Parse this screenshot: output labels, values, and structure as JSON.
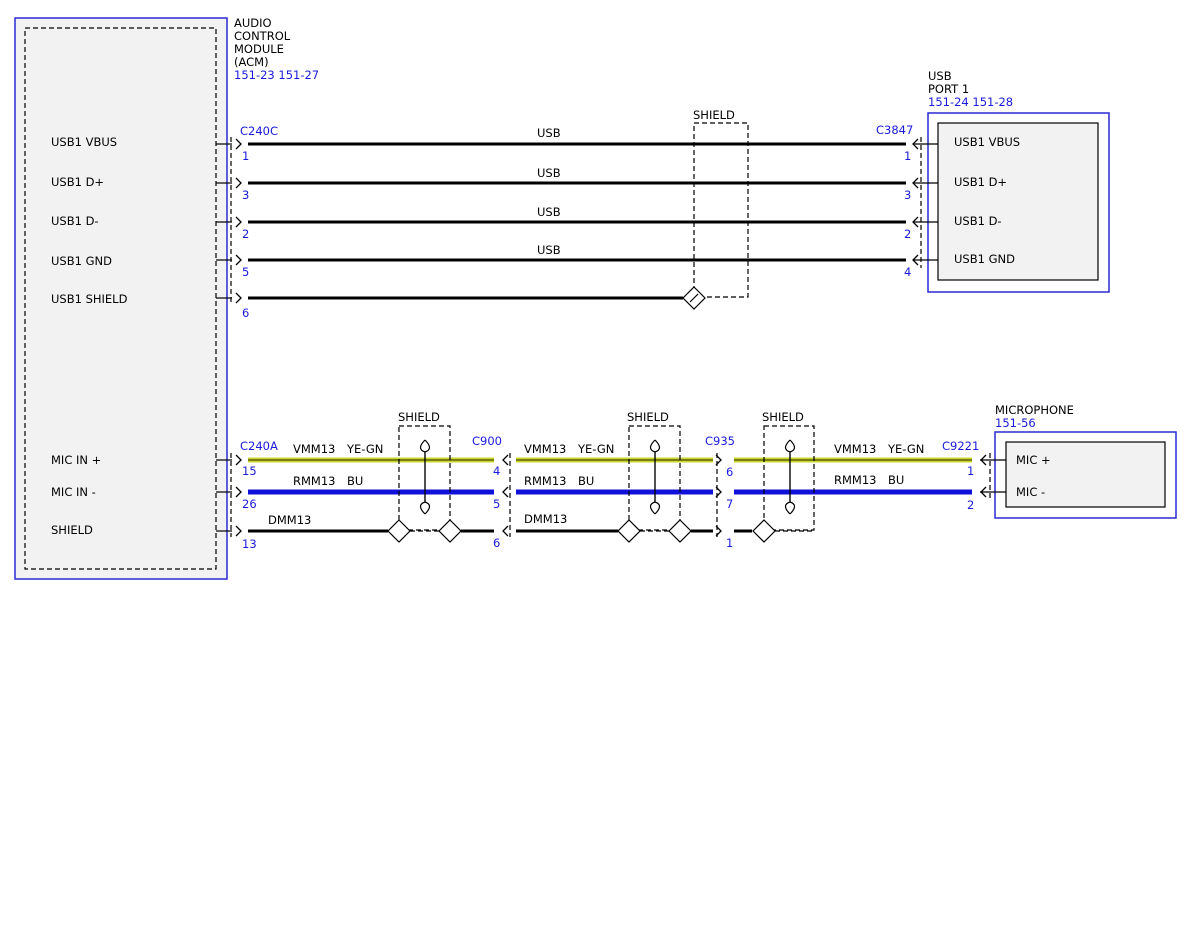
{
  "modules": {
    "acm": {
      "name_lines": [
        "AUDIO",
        "CONTROL",
        "MODULE",
        "(ACM)"
      ],
      "refs": "151-23  151-27",
      "pins": [
        "USB1 VBUS",
        "USB1 D+",
        "USB1 D-",
        "USB1 GND",
        "USB1 SHIELD",
        "MIC IN +",
        "MIC IN -",
        "SHIELD"
      ]
    },
    "usb_port": {
      "name_lines": [
        "USB",
        "PORT 1"
      ],
      "refs": "151-24  151-28",
      "pins": [
        "USB1 VBUS",
        "USB1 D+",
        "USB1 D-",
        "USB1 GND"
      ]
    },
    "microphone": {
      "name_lines": [
        "MICROPHONE"
      ],
      "refs": "151-56",
      "pins": [
        "MIC +",
        "MIC -"
      ]
    }
  },
  "connectors": {
    "c240c": {
      "label": "C240C",
      "pins": [
        "1",
        "3",
        "2",
        "5",
        "6"
      ]
    },
    "c3847": {
      "label": "C3847",
      "pins": [
        "1",
        "3",
        "2",
        "4"
      ]
    },
    "c240a": {
      "label": "C240A",
      "pins": [
        "15",
        "26",
        "13"
      ]
    },
    "c900": {
      "label": "C900",
      "pins": [
        "4",
        "5",
        "6"
      ]
    },
    "c935": {
      "label": "C935",
      "pins": [
        "6",
        "7",
        "1"
      ]
    },
    "c9221": {
      "label": "C9221",
      "pins": [
        "1",
        "2"
      ]
    }
  },
  "usb_wires": [
    "USB",
    "USB",
    "USB",
    "USB"
  ],
  "shield_label": "SHIELD",
  "mic_wires": {
    "plus": {
      "circuit": "VMM13",
      "color_code": "YE-GN"
    },
    "minus": {
      "circuit": "RMM13",
      "color_code": "BU"
    },
    "drain": {
      "circuit": "DMM13"
    }
  },
  "colors": {
    "module_outline": "#2a2ad4",
    "ref_text": "#1a1adb",
    "wire_yellow_green": "#c8d62c",
    "wire_blue": "#1010d8",
    "module_fill": "#f2f2f2"
  }
}
